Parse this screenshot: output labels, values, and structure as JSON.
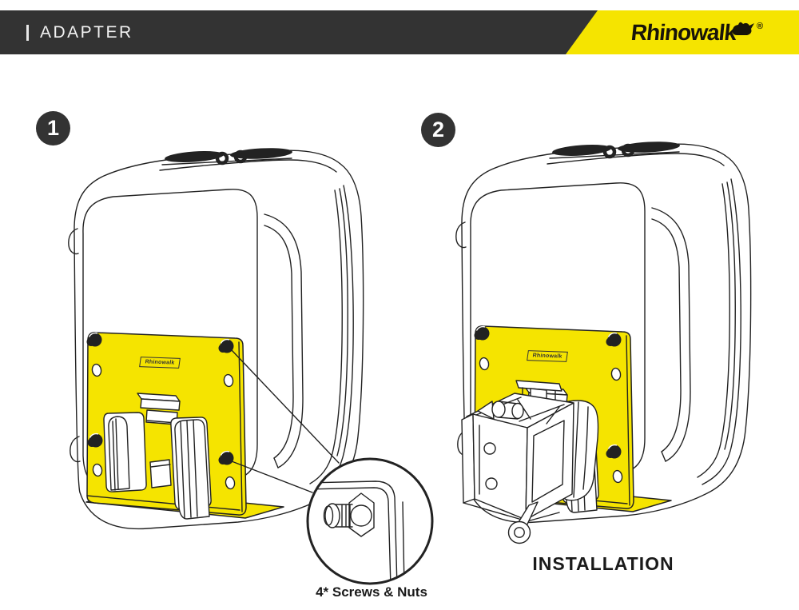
{
  "header": {
    "title": "ADAPTER",
    "brand": "Rhinowalk",
    "registered": "®"
  },
  "steps": [
    {
      "number": "1"
    },
    {
      "number": "2"
    }
  ],
  "labels": {
    "plate_logo": "Rhinowalk",
    "screws_note": "4* Screws & Nuts",
    "installation": "INSTALLATION"
  },
  "icons": {
    "brand_mark": "rhino-silhouette"
  },
  "colors": {
    "header_bg": "#333333",
    "accent_yellow": "#F5E400",
    "line_color": "#222222",
    "badge_bg": "#333333",
    "text_color": "#1a1a1a"
  }
}
